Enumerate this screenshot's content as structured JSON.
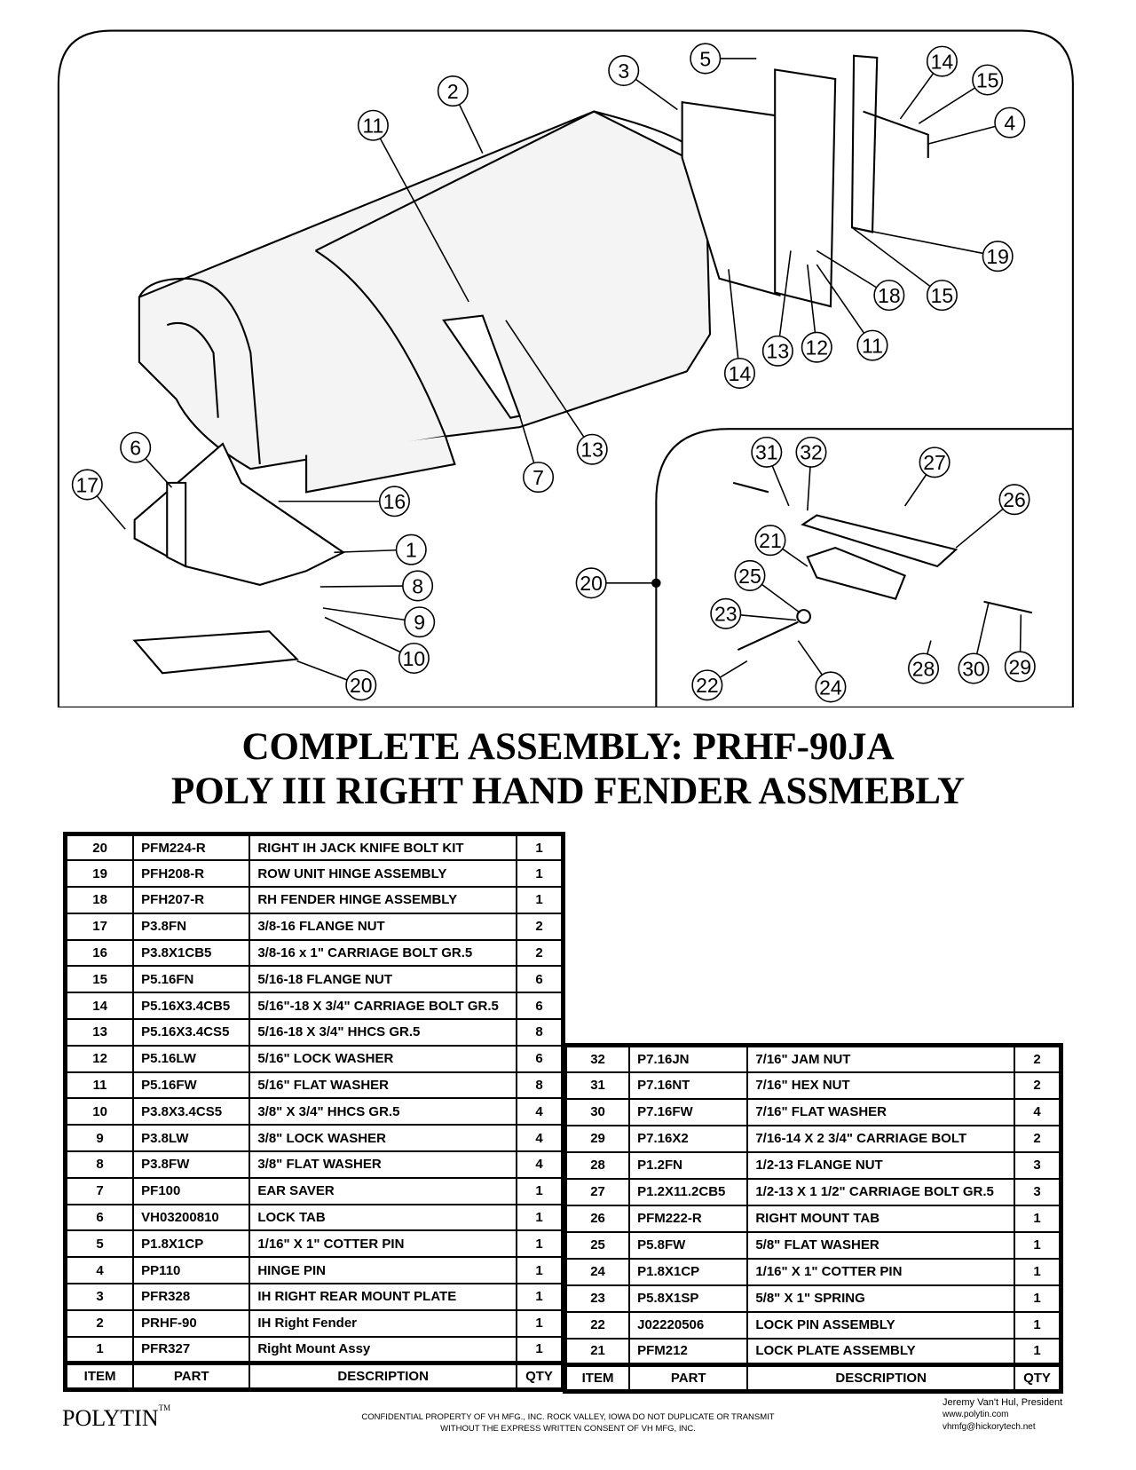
{
  "diagram": {
    "callouts": [
      "5",
      "3",
      "2",
      "14",
      "15",
      "4",
      "11",
      "19",
      "18",
      "15",
      "13",
      "12",
      "11",
      "14",
      "13",
      "7",
      "6",
      "17",
      "16",
      "1",
      "8",
      "9",
      "10",
      "20",
      "20",
      "31",
      "32",
      "27",
      "26",
      "21",
      "25",
      "23",
      "22",
      "24",
      "28",
      "30",
      "29"
    ]
  },
  "title": {
    "line1": "COMPLETE ASSEMBLY: PRHF-90JA",
    "line2": "POLY III RIGHT HAND FENDER ASSMEBLY"
  },
  "table_left": {
    "rows": [
      [
        "20",
        "PFM224-R",
        "RIGHT IH JACK KNIFE BOLT KIT",
        "1"
      ],
      [
        "19",
        "PFH208-R",
        "ROW UNIT HINGE ASSEMBLY",
        "1"
      ],
      [
        "18",
        "PFH207-R",
        "RH FENDER HINGE ASSEMBLY",
        "1"
      ],
      [
        "17",
        "P3.8FN",
        "3/8-16 FLANGE NUT",
        "2"
      ],
      [
        "16",
        "P3.8X1CB5",
        "3/8-16 x 1\" CARRIAGE BOLT GR.5",
        "2"
      ],
      [
        "15",
        "P5.16FN",
        "5/16-18 FLANGE NUT",
        "6"
      ],
      [
        "14",
        "P5.16X3.4CB5",
        "5/16\"-18 X 3/4\" CARRIAGE BOLT GR.5",
        "6"
      ],
      [
        "13",
        "P5.16X3.4CS5",
        "5/16-18 X 3/4\" HHCS GR.5",
        "8"
      ],
      [
        "12",
        "P5.16LW",
        "5/16\" LOCK WASHER",
        "6"
      ],
      [
        "11",
        "P5.16FW",
        "5/16\" FLAT WASHER",
        "8"
      ],
      [
        "10",
        "P3.8X3.4CS5",
        "3/8\" X 3/4\" HHCS GR.5",
        "4"
      ],
      [
        "9",
        "P3.8LW",
        "3/8\" LOCK WASHER",
        "4"
      ],
      [
        "8",
        "P3.8FW",
        "3/8\" FLAT WASHER",
        "4"
      ],
      [
        "7",
        "PF100",
        "EAR SAVER",
        "1"
      ],
      [
        "6",
        "VH03200810",
        "LOCK TAB",
        "1"
      ],
      [
        "5",
        "P1.8X1CP",
        "1/16\" X 1\" COTTER PIN",
        "1"
      ],
      [
        "4",
        "PP110",
        "HINGE PIN",
        "1"
      ],
      [
        "3",
        "PFR328",
        "IH RIGHT REAR MOUNT PLATE",
        "1"
      ],
      [
        "2",
        "PRHF-90",
        "IH Right Fender",
        "1"
      ],
      [
        "1",
        "PFR327",
        "Right Mount Assy",
        "1"
      ]
    ],
    "header": [
      "ITEM",
      "PART",
      "DESCRIPTION",
      "QTY"
    ]
  },
  "table_right": {
    "rows": [
      [
        "32",
        "P7.16JN",
        "7/16\" JAM NUT",
        "2"
      ],
      [
        "31",
        "P7.16NT",
        "7/16\" HEX NUT",
        "2"
      ],
      [
        "30",
        "P7.16FW",
        "7/16\" FLAT WASHER",
        "4"
      ],
      [
        "29",
        "P7.16X2",
        "7/16-14 X 2 3/4\" CARRIAGE BOLT",
        "2"
      ],
      [
        "28",
        "P1.2FN",
        "1/2-13 FLANGE NUT",
        "3"
      ],
      [
        "27",
        "P1.2X11.2CB5",
        "1/2-13 X 1 1/2\" CARRIAGE BOLT GR.5",
        "3"
      ],
      [
        "26",
        "PFM222-R",
        "RIGHT MOUNT TAB",
        "1"
      ],
      [
        "25",
        "P5.8FW",
        "5/8\" FLAT WASHER",
        "1"
      ],
      [
        "24",
        "P1.8X1CP",
        "1/16\" X 1\" COTTER PIN",
        "1"
      ],
      [
        "23",
        "P5.8X1SP",
        "5/8\" X 1\" SPRING",
        "1"
      ],
      [
        "22",
        "J02220506",
        "LOCK PIN ASSEMBLY",
        "1"
      ],
      [
        "21",
        "PFM212",
        "LOCK PLATE ASSEMBLY",
        "1"
      ]
    ],
    "header": [
      "ITEM",
      "PART",
      "DESCRIPTION",
      "QTY"
    ]
  },
  "footer": {
    "logo": "POLYTIN",
    "tm": "TM",
    "confidential_1": "CONFIDENTIAL PROPERTY OF VH MFG., INC. ROCK VALLEY, IOWA DO NOT DUPLICATE OR TRANSMIT",
    "confidential_2": "WITHOUT THE EXPRESS WRITTEN CONSENT OF VH MFG, INC.",
    "contact_name": "Jeremy Van't Hul, President",
    "website": "www.polytin.com",
    "email": "vhmfg@hickorytech.net"
  }
}
